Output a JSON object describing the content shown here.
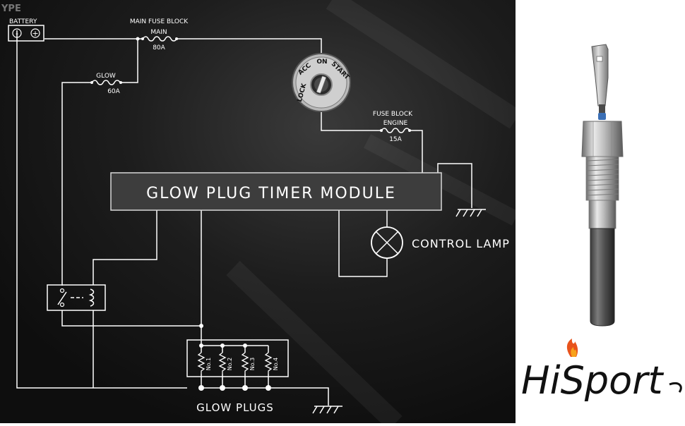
{
  "diagram": {
    "corner_text": "YPE",
    "battery": {
      "label": "BATTERY",
      "minus": "-",
      "plus": "+"
    },
    "main_fuse_block": {
      "title": "MAIN FUSE BLOCK",
      "name": "MAIN",
      "rating": "80A"
    },
    "glow_fuse": {
      "name": "GLOW",
      "rating": "60A"
    },
    "ignition": {
      "positions": [
        "LOCK",
        "ACC",
        "ON",
        "START"
      ]
    },
    "engine_fuse_block": {
      "title": "FUSE BLOCK",
      "name": "ENGINE",
      "rating": "15A"
    },
    "module": {
      "label": "GLOW PLUG TIMER MODULE"
    },
    "lamp": {
      "label": "CONTROL LAMP"
    },
    "plugs": {
      "label": "GLOW PLUGS",
      "items": [
        "No.1",
        "No.2",
        "No.3",
        "No.4"
      ]
    }
  },
  "brand": {
    "logo_text": "HiSport"
  },
  "colors": {
    "background": "#141414",
    "wire": "#ffffff",
    "module_fill": "#3d3d3d",
    "brand": "#111111",
    "flame": "#e8531c"
  }
}
